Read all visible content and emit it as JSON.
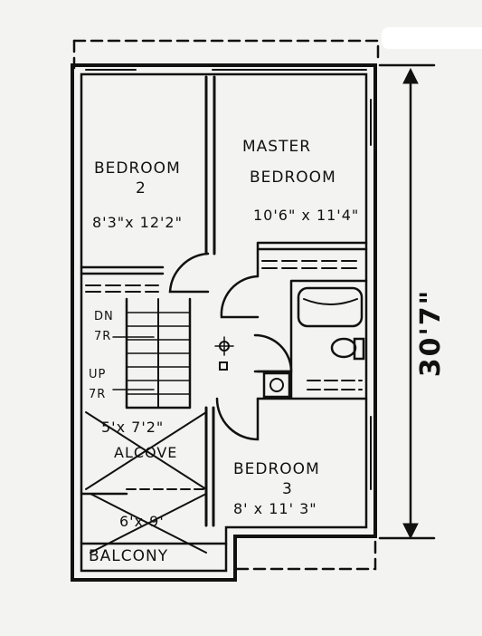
{
  "rooms": {
    "bedroom2": {
      "name_line1": "BEDROOM",
      "name_line2": "2",
      "dimensions": "8'3\"x 12'2\""
    },
    "master": {
      "name_line1": "MASTER",
      "name_line2": "BEDROOM",
      "dimensions": "10'6\" x 11'4\""
    },
    "bedroom3": {
      "name_line1": "BEDROOM",
      "name_line2": "3",
      "dimensions": "8' x 11' 3\""
    },
    "alcove": {
      "dimensions": "5'x 7'2\"",
      "name": "ALCOVE"
    },
    "balcony": {
      "dimensions": "6'x 9'",
      "name": "BALCONY"
    }
  },
  "stairs": {
    "down_label": "DN",
    "down_count": "7R",
    "up_label": "UP",
    "up_count": "7R"
  },
  "overall_dimension": "30'7\"",
  "colors": {
    "ink": "#111111",
    "paper": "#f3f3f1"
  }
}
